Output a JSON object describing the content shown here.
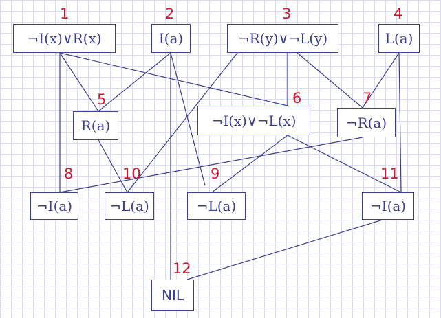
{
  "colors": {
    "line": "#3a3f94",
    "node_text": "#3a3f94",
    "number": "#d4152a",
    "grid": "#dcdcf0"
  },
  "nodes": {
    "n1": {
      "number": "1",
      "label": "¬I(x)∨R(x)"
    },
    "n2": {
      "number": "2",
      "label": "I(a)"
    },
    "n3": {
      "number": "3",
      "label": "¬R(y)∨¬L(y)"
    },
    "n4": {
      "number": "4",
      "label": "L(a)"
    },
    "n5": {
      "number": "5",
      "label": "R(a)"
    },
    "n6": {
      "number": "6",
      "label": "¬I(x)∨¬L(x)"
    },
    "n7": {
      "number": "7",
      "label": "¬R(a)"
    },
    "n8": {
      "number": "8",
      "label": "¬I(a)"
    },
    "n10": {
      "number": "10",
      "label": "¬L(a)"
    },
    "n9": {
      "number": "9",
      "label": "¬L(a)"
    },
    "n11": {
      "number": "11",
      "label": "¬I(a)"
    },
    "n12": {
      "number": "12",
      "label": "NIL"
    }
  },
  "edges": [
    [
      "n1",
      "n8"
    ],
    [
      "n1",
      "n5"
    ],
    [
      "n1",
      "n6"
    ],
    [
      "n2",
      "n5"
    ],
    [
      "n2",
      "n9"
    ],
    [
      "n2",
      "n12"
    ],
    [
      "n3",
      "n10"
    ],
    [
      "n3",
      "n6"
    ],
    [
      "n3",
      "n7"
    ],
    [
      "n4",
      "n7"
    ],
    [
      "n4",
      "n11"
    ],
    [
      "n5",
      "n10"
    ],
    [
      "n6",
      "n9"
    ],
    [
      "n6",
      "n11"
    ],
    [
      "n7",
      "n8"
    ],
    [
      "n11",
      "n12"
    ]
  ]
}
